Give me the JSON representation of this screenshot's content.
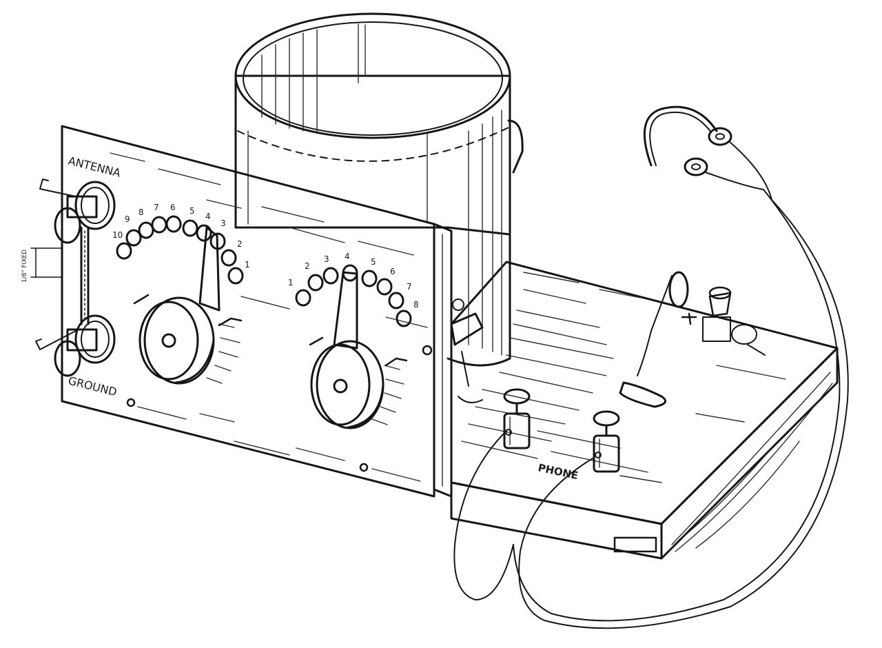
{
  "panel": {
    "label_antenna": "ANTENNA",
    "label_ground": "GROUND",
    "label_small": "1/8\" FIXED",
    "left_dial_numbers": [
      "1",
      "2",
      "3",
      "4",
      "5",
      "6",
      "7",
      "8",
      "9",
      "10"
    ],
    "right_dial_numbers": [
      "1",
      "2",
      "3",
      "4",
      "5",
      "6",
      "7",
      "8"
    ]
  },
  "base": {
    "label_phone": "PHONE"
  },
  "colors": {
    "ink": "#151515",
    "paper": "#ffffff"
  }
}
